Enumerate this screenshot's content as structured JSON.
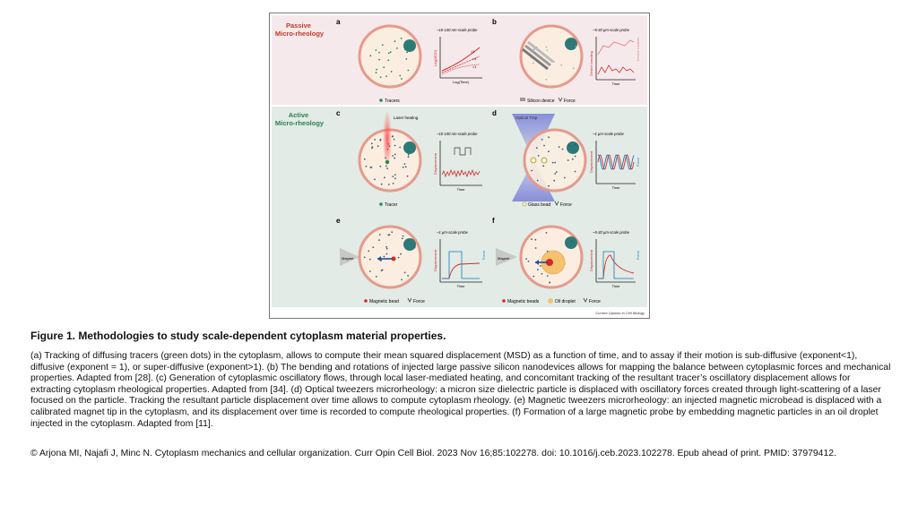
{
  "figure": {
    "section_passive": "Passive\nMicro-rheology",
    "section_active": "Active\nMicro-rheology",
    "credit": "Current Opinion in Cell Biology",
    "panels": {
      "a": {
        "letter": "a",
        "probe": "~10-100 nm-scale probe",
        "ylabel": "Log(MSD)",
        "xlabel": "Log(Time)",
        "legend": [
          "Tracers"
        ],
        "slope_labels": [
          ">1",
          "=1",
          "<1"
        ]
      },
      "b": {
        "letter": "b",
        "probe": "~5-30 µm-scale probe",
        "ylabel": "Device bending",
        "ylabel2": "Device rotation",
        "xlabel": "Time",
        "legend": [
          "Silicon device",
          "Force"
        ]
      },
      "c": {
        "letter": "c",
        "probe": "~10-100 nm-scale probe",
        "callout": "Laser heating",
        "ylabel": "Displacement",
        "xlabel": "Time",
        "legend": [
          "Tracer"
        ]
      },
      "d": {
        "letter": "d",
        "probe": "~1 µm-scale probe",
        "callout": "Optical Trap",
        "ylabel": "Displacement",
        "ylabel2": "Force",
        "xlabel": "Time",
        "legend": [
          "Glass bead",
          "Force"
        ]
      },
      "e": {
        "letter": "e",
        "probe": "~1 µm-scale probe",
        "tool": "Magnet",
        "ylabel": "Displacement",
        "ylabel2": "Force",
        "xlabel": "Time",
        "legend": [
          "Magnetic bead",
          "Force"
        ]
      },
      "f": {
        "letter": "f",
        "probe": "~5-30 µm-scale probe",
        "tool": "Magnet",
        "ylabel": "Displacement",
        "ylabel2": "Force",
        "xlabel": "Time",
        "legend": [
          "Magnetic beads",
          "Oil droplet",
          "Force"
        ]
      }
    }
  },
  "caption": {
    "title": "Figure 1. Methodologies to study scale-dependent cytoplasm material properties.",
    "body": "(a) Tracking of diffusing tracers (green dots) in the cytoplasm, allows to compute their mean squared displacement (MSD) as a function of time, and to assay if their motion is sub-diffusive (exponent<1), diffusive (exponent = 1), or super-diffusive (exponent>1). (b) The bending and rotations of injected large passive silicon nanodevices allows for mapping the balance between cytoplasmic forces and mechanical properties. Adapted from [28]. (c) Generation of cytoplasmic oscillatory flows, through local laser-mediated heating, and concomitant tracking of the resultant tracer’s oscillatory displacement allows for extracting cytoplasm rheological properties. Adapted from [34]. (d) Optical tweezers microrheology: a micron size dielectric particle is displaced with oscillatory forces created through light-scattering of a laser focused on the particle. Tracking the resultant particle displacement over time allows to compute cytoplasm rheology. (e) Magnetic tweezers microrheology: an injected magnetic microbead is displaced with a calibrated magnet tip in the cytoplasm, and its displacement over time is recorded to compute rheological properties. (f) Formation of a large magnetic probe by embedding magnetic particles in an oil droplet injected in the cytoplasm. Adapted from [11]."
  },
  "citation": "© Arjona MI, Najafi J, Minc N. Cytoplasm mechanics and cellular organization. Curr Opin Cell Biol. 2023 Nov 16;85:102278. doi: 10.1016/j.ceb.2023.102278. Epub ahead of print. PMID: 37979412.",
  "colors": {
    "passive_bg": "#f6e9eb",
    "active_bg": "#e2ebe6",
    "section_red": "#c0392b",
    "section_green": "#2e7d4f",
    "cell_fill": "#fbeee0",
    "cell_border": "#e59a8c",
    "nucleus": "#2c7a78",
    "red_trace": "#d62828",
    "blue_trace": "#1f78b4"
  }
}
